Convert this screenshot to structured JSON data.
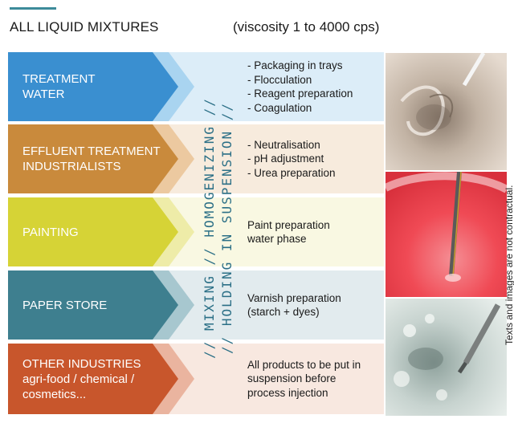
{
  "header": {
    "title": "ALL LIQUID MIXTURES",
    "subtitle": "(viscosity 1 to 4000 cps)"
  },
  "vertical_text": {
    "line1": "// MIXING // HOMOGENIZING //",
    "line2": "// HOLDING IN SUSPENSION //"
  },
  "rows": [
    {
      "label_lines": [
        "TREATMENT",
        "WATER"
      ],
      "desc_lines": [
        "- Packaging in trays",
        "- Flocculation",
        "- Reagent preparation",
        "- Coagulation"
      ],
      "colors": {
        "main": "#3a8fd0",
        "light": "#a9d4f0",
        "band": "#dcedf8"
      }
    },
    {
      "label_lines": [
        "EFFLUENT TREATMENT",
        "INDUSTRIALISTS"
      ],
      "desc_lines": [
        "- Neutralisation",
        "- pH adjustment",
        "- Urea preparation"
      ],
      "colors": {
        "main": "#c98a3c",
        "light": "#ecc9a0",
        "band": "#f7ebdd"
      }
    },
    {
      "label_lines": [
        "PAINTING"
      ],
      "desc_lines": [
        "Paint preparation",
        "water phase"
      ],
      "colors": {
        "main": "#d6d336",
        "light": "#eeeca8",
        "band": "#f9f8e2"
      }
    },
    {
      "label_lines": [
        "PAPER STORE"
      ],
      "desc_lines": [
        "Varnish preparation",
        "(starch + dyes)"
      ],
      "colors": {
        "main": "#3e7f8f",
        "light": "#a7c7cf",
        "band": "#e2ebee"
      }
    },
    {
      "label_lines": [
        "OTHER INDUSTRIES",
        "agri-food / chemical /",
        "cosmetics..."
      ],
      "desc_lines": [
        "All products to be put in",
        "suspension before",
        "process injection"
      ],
      "colors": {
        "main": "#c8562c",
        "light": "#eab49f",
        "band": "#f8e8e0"
      }
    }
  ],
  "images": [
    {
      "name": "photo-flocculation"
    },
    {
      "name": "photo-red-paint-mixing"
    },
    {
      "name": "photo-suspension-mixing"
    }
  ],
  "side_note": "Texts and images are not contractual."
}
